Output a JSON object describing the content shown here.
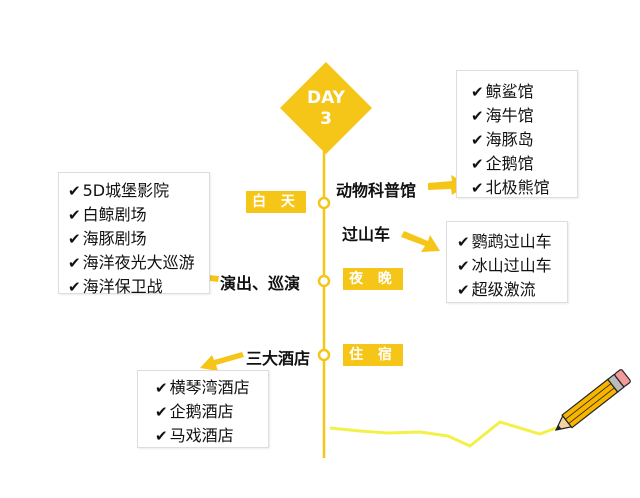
{
  "day": {
    "line1": "DAY",
    "line2": "3"
  },
  "periods": {
    "day_tag": "白 天",
    "night_tag": "夜 晚",
    "stay_tag": "住 宿"
  },
  "labels": {
    "science_museum": "动物科普馆",
    "roller_coaster": "过山车",
    "shows": "演出、巡演",
    "hotels": "三大酒店"
  },
  "lists": {
    "museum_items": [
      "鲸鲨馆",
      "海牛馆",
      "海豚岛",
      "企鹅馆",
      "北极熊馆"
    ],
    "coaster_items": [
      "鹦鹉过山车",
      "冰山过山车",
      "超级激流"
    ],
    "show_items": [
      "5D城堡影院",
      "白鲸剧场",
      "海豚剧场",
      "海洋夜光大巡游",
      "海洋保卫战"
    ],
    "hotel_items": [
      "横琴湾酒店",
      "企鹅酒店",
      "马戏酒店"
    ]
  },
  "colors": {
    "accent": "#f5c518",
    "pencil_body": "#f7b500",
    "pencil_line": "#f4f04a"
  },
  "icons": {
    "check": "check-icon",
    "arrow": "arrow-icon",
    "pencil": "pencil-icon"
  }
}
